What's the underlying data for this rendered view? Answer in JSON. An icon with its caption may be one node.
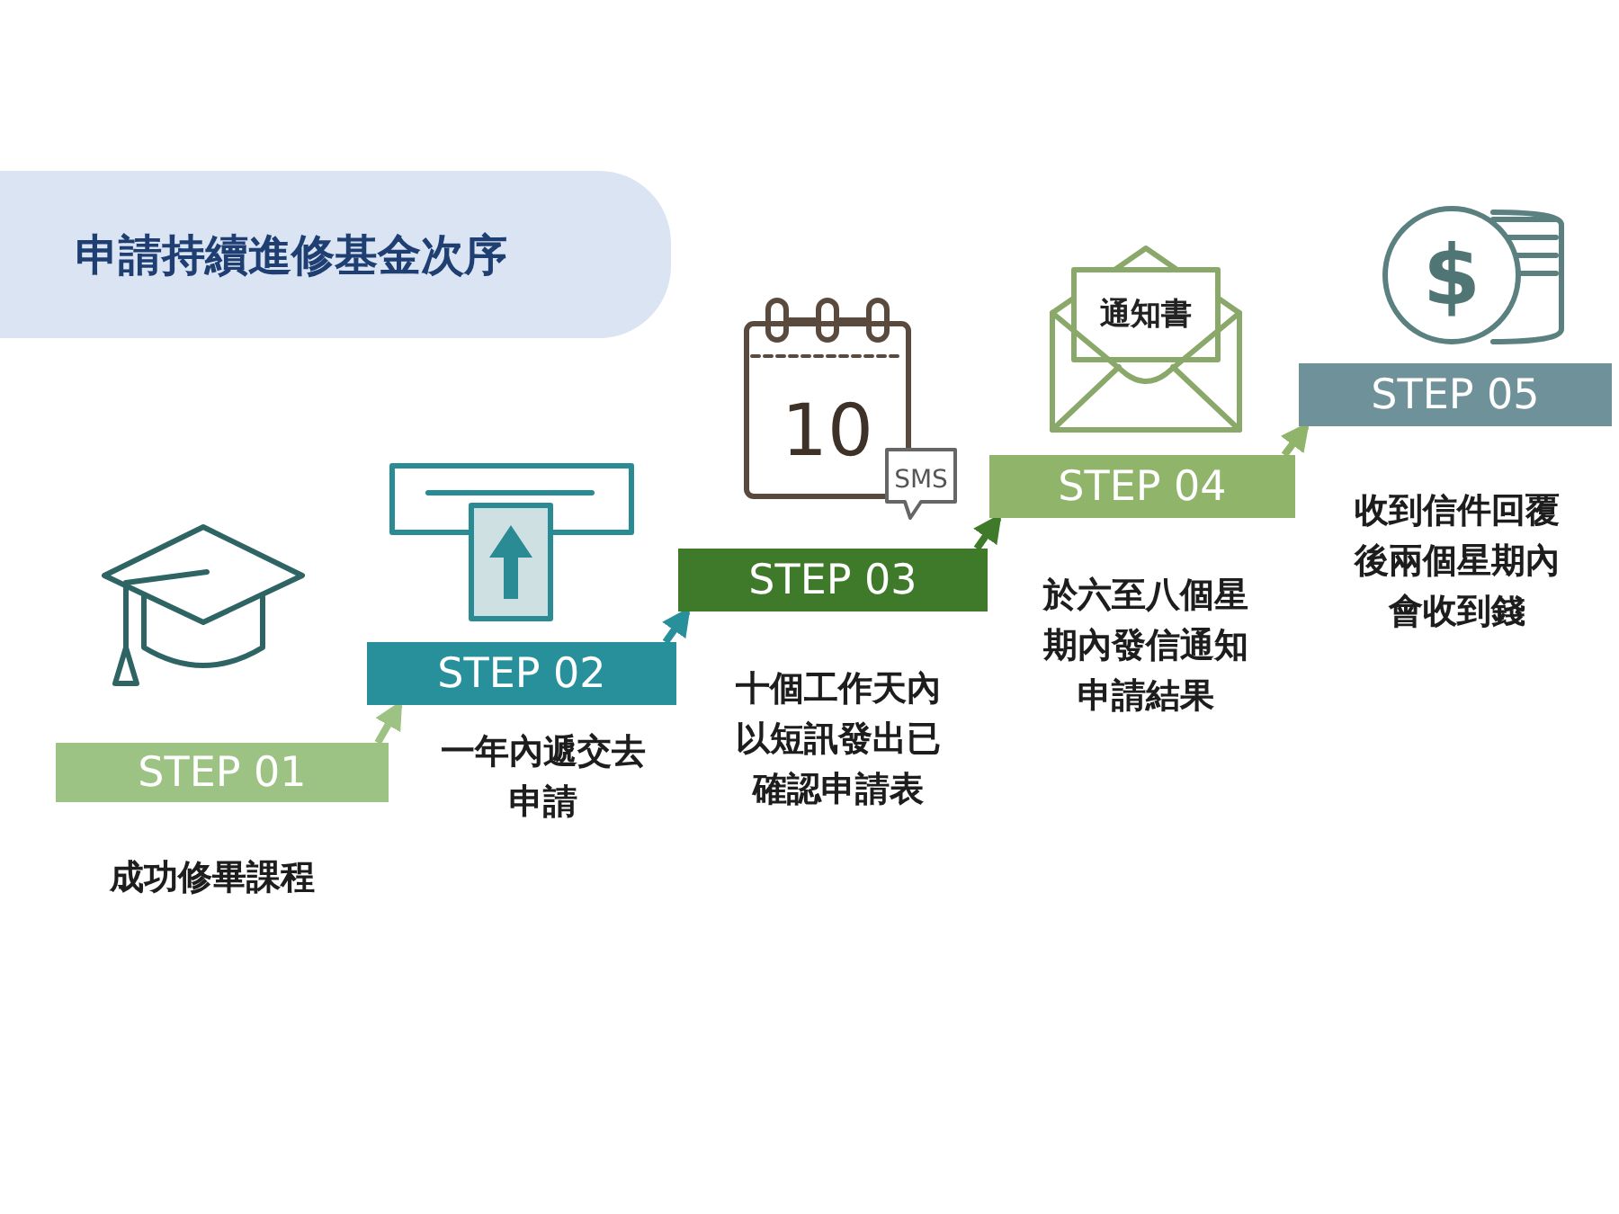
{
  "diagram": {
    "title": "申請持續進修基金次序",
    "nodes": [
      {
        "text": [
          "STEP 01"
        ],
        "beside": [
          "成功修畢課程"
        ]
      },
      {
        "text": [
          "STEP 02"
        ],
        "beside": [
          "一年內遞交去申請"
        ]
      },
      {
        "text": [
          "STEP 03"
        ],
        "beside": [
          "十個工作天內以短訊發出已確認申請表"
        ]
      },
      {
        "text": [
          "STEP 04"
        ],
        "beside": [
          "於六至八個星期內發信通知申請結果"
        ]
      },
      {
        "text": [
          "STEP 05"
        ],
        "beside": [
          "收到信件回覆後兩個星期內會收到錢"
        ]
      }
    ],
    "edges": [
      {
        "from": 0,
        "to": 1,
        "arrow": "to",
        "color": "#9dc384"
      },
      {
        "from": 1,
        "to": 2,
        "arrow": "to",
        "color": "#27909b"
      },
      {
        "from": 2,
        "to": 3,
        "arrow": "to",
        "color": "#3f7a2b"
      },
      {
        "from": 3,
        "to": 4,
        "arrow": "to",
        "color": "#8fb46a"
      }
    ],
    "labels": [
      "10",
      "SMS",
      "通知書",
      "$"
    ]
  }
}
